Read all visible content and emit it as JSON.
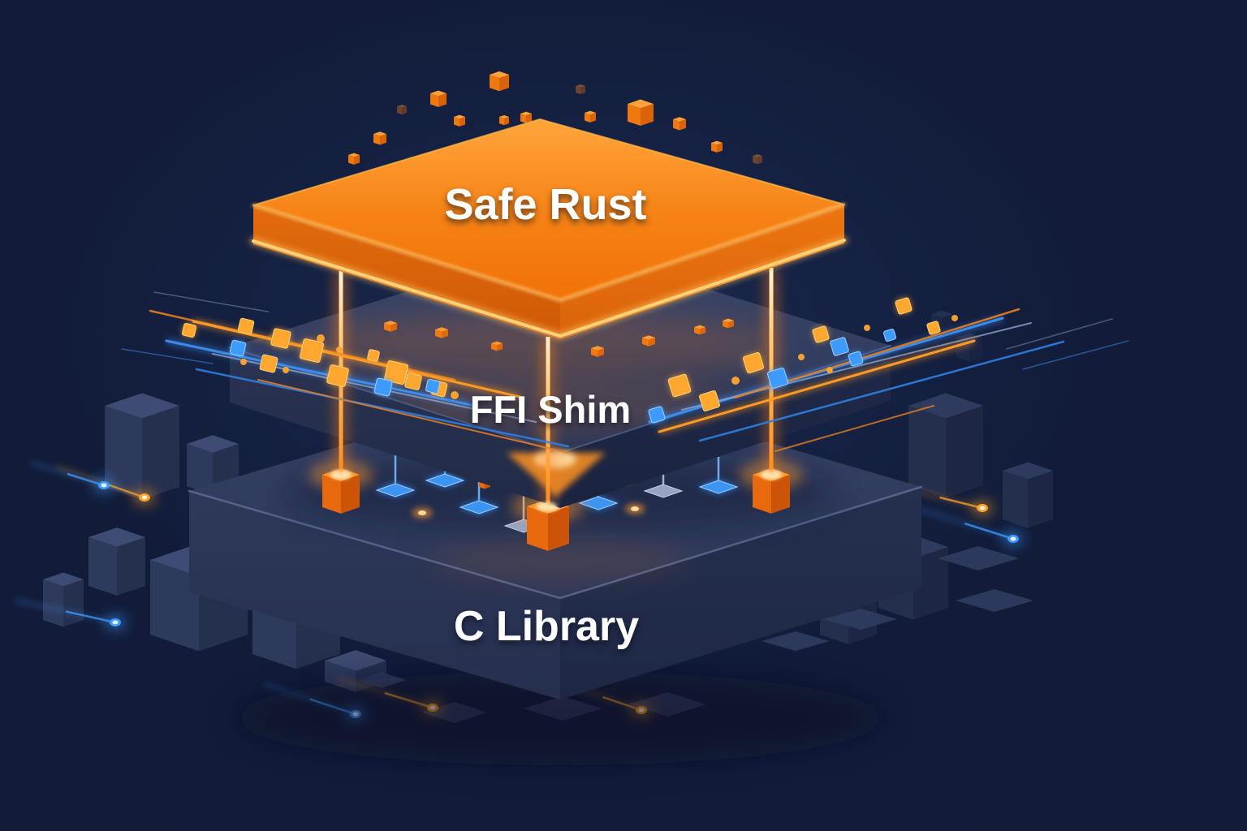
{
  "layers": [
    {
      "id": "safe-rust",
      "label": "Safe Rust"
    },
    {
      "id": "ffi-shim",
      "label": "FFI Shim"
    },
    {
      "id": "c-library",
      "label": "C Library"
    }
  ],
  "palette": {
    "background": "#15203f",
    "safe_rust_orange": "#f5811a",
    "glow_orange": "#ffb347",
    "beam_orange": "#ff8a17",
    "accent_blue": "#3d8ff2",
    "slab_navy": "#2c3759",
    "pad_grey": "#97a3c2",
    "label_text": "#ffffff"
  }
}
